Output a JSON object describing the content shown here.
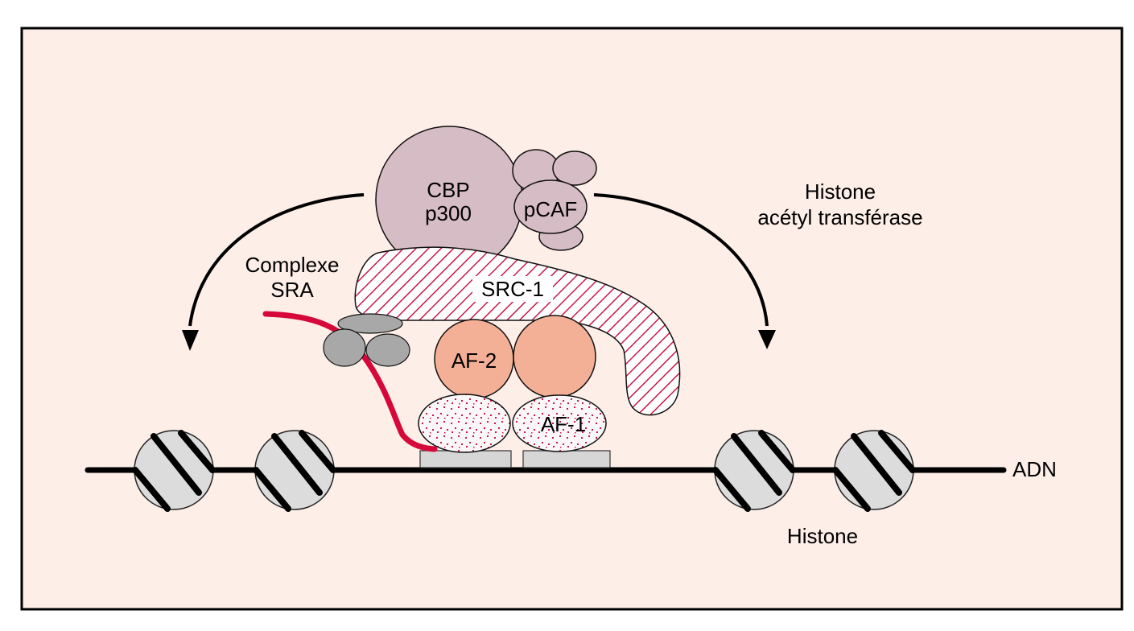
{
  "diagram": {
    "title": "Coactivator recruitment and histone acetylation on DNA",
    "colors": {
      "background": "#fdeee8",
      "frame": "#000000",
      "cbp": "#d6bcc4",
      "src1_hatch": "#c8194a",
      "af2": "#f4b096",
      "af1_dots": "#c8194a",
      "sra_rna": "#d6083a",
      "sra_proteins": "#a8a8a8",
      "histone": "#dcdcdc",
      "response_element": "#d6d6d6"
    },
    "labels": {
      "cbp_line1": "CBP",
      "cbp_line2": "p300",
      "pcaf": "pCAF",
      "src1": "SRC-1",
      "complexe_line1": "Complexe",
      "complexe_line2": "SRA",
      "af2": "AF-2",
      "af1": "AF-1",
      "hat_line1": "Histone",
      "hat_line2": "acétyl transférase",
      "dna": "ADN",
      "histone": "Histone"
    },
    "components": [
      {
        "id": "cbp-p300",
        "label": "CBP p300"
      },
      {
        "id": "pcaf",
        "label": "pCAF"
      },
      {
        "id": "src-1",
        "label": "SRC-1"
      },
      {
        "id": "sra-complex",
        "label": "Complexe SRA"
      },
      {
        "id": "af-2",
        "label": "AF-2"
      },
      {
        "id": "af-1",
        "label": "AF-1"
      },
      {
        "id": "dna",
        "label": "ADN"
      },
      {
        "id": "histones",
        "label": "Histone",
        "count": 4
      }
    ],
    "arrows": [
      {
        "from": "cbp-p300",
        "to": "left-histones"
      },
      {
        "from": "pcaf",
        "to": "right-histones",
        "label": "Histone acétyl transférase"
      }
    ]
  }
}
